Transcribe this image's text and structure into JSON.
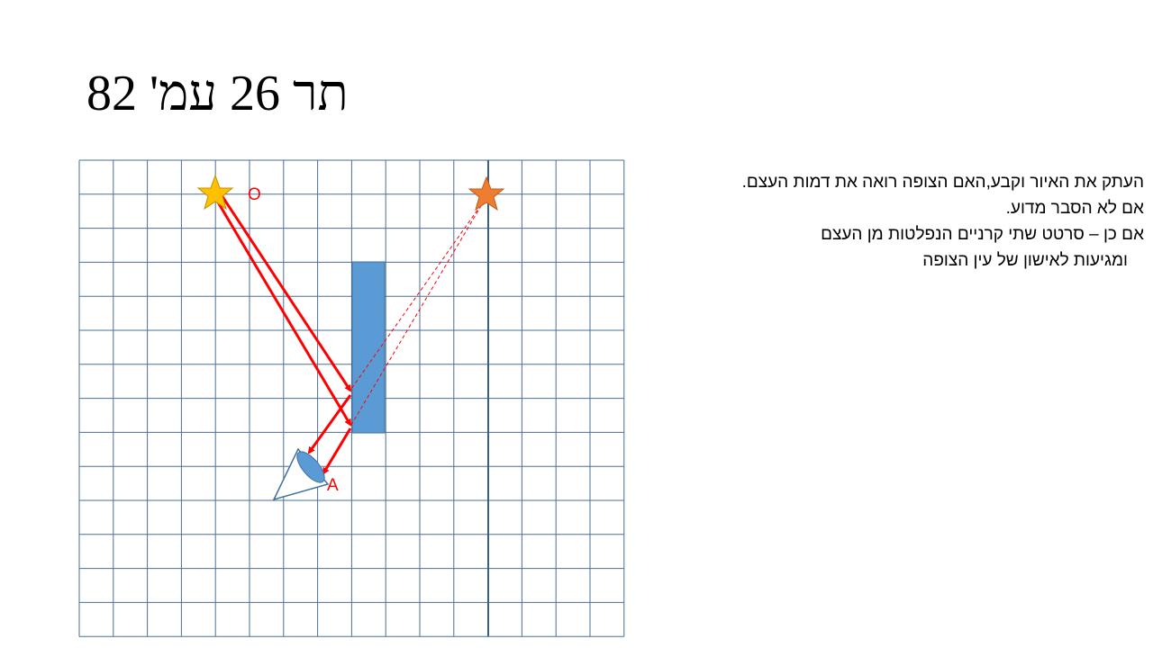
{
  "slide": {
    "title": "תר 26 עמ' 82",
    "instructions": [
      "העתק את האיור וקבע,האם הצופה רואה את דמות העצם.",
      "אם לא הסבר מדוע.",
      "אם כן – סרטט שתי קרניים הנפלטות מן העצם",
      "ומגיעות לאישון של עין הצופה"
    ]
  },
  "diagram": {
    "point_labels": {
      "object": "O",
      "eye": "A"
    },
    "colors": {
      "grid": "#4a6f96",
      "mirror": "#5b9bd5",
      "object_star": "#ffc000",
      "image_star": "#ed7d31",
      "rays": "#ff0000",
      "labels": "#ff0000",
      "eye_fill": "#5b9bd5"
    },
    "icons": [
      "object-star-icon",
      "image-star-icon",
      "eye-icon"
    ]
  }
}
